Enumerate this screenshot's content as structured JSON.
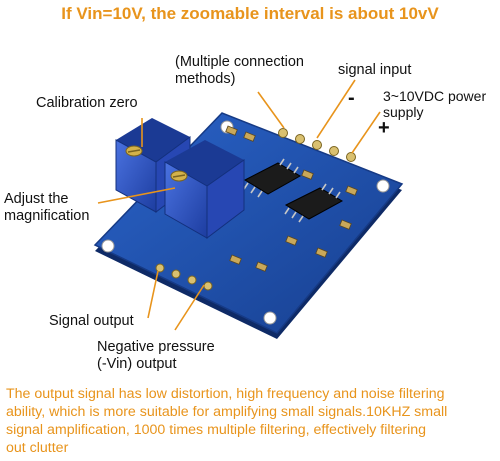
{
  "title": "If Vin=10V, the zoomable interval is about 10vV",
  "labels": {
    "connection_methods": "(Multiple connection\nmethods)",
    "calibration_zero": "Calibration zero",
    "signal_input": "signal input",
    "minus_sign": "-",
    "power_supply": "3~10VDC power\nsupply",
    "plus_sign": "+",
    "adjust_magnification": "Adjust the\nmagnification",
    "signal_output": "Signal output",
    "negative_pressure": "Negative pressure\n(-Vin) output"
  },
  "footer": "The output signal has low distortion, high frequency and noise filtering\n ability, which is more suitable for amplifying small signals.10KHZ small\nsignal amplification, 1000 times multiple filtering, effectively filtering\nout clutter",
  "colors": {
    "accent": "#e8941c",
    "pcb": "#1f4fa8",
    "pot": "#2c55c9"
  }
}
